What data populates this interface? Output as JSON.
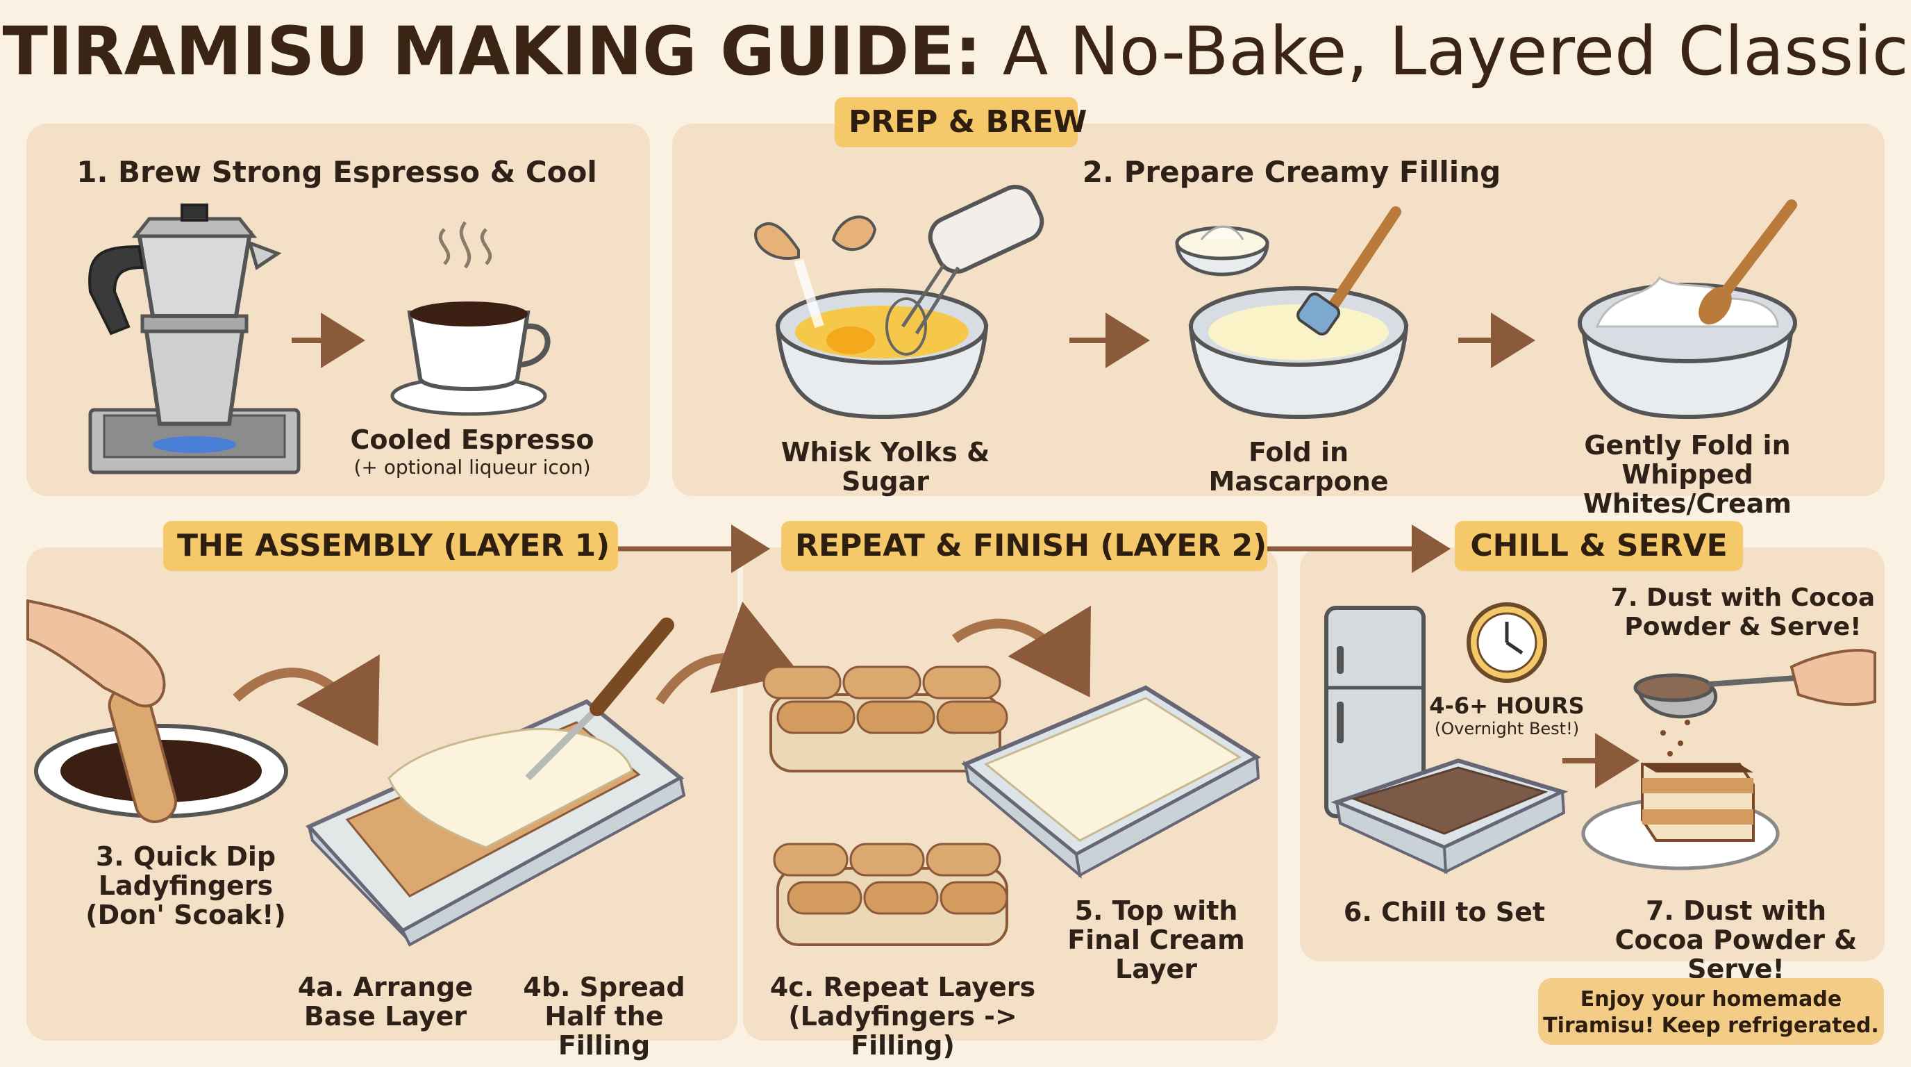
{
  "title": {
    "bold": "TIRAMISU MAKING GUIDE:",
    "regular": "A No-Bake, Layered Classic"
  },
  "sections": {
    "prep_brew": "PREP & BREW",
    "assembly": "THE ASSEMBLY (LAYER 1)",
    "repeat": "REPEAT & FINISH (LAYER 2)",
    "chill": "CHILL & SERVE"
  },
  "step1": {
    "heading": "1. Brew Strong Espresso & Cool",
    "cup_label": "Cooled Espresso",
    "cup_note": "(+ optional liqueur icon)"
  },
  "step2": {
    "heading": "2. Prepare Creamy Filling",
    "a": "Whisk Yolks & Sugar",
    "b": "Fold in Mascarpone",
    "c": "Gently Fold in Whipped Whites/Cream"
  },
  "step3": {
    "label": "3. Quick Dip Ladyfingers (Don' Scoak!)"
  },
  "step4a": {
    "label": "4a. Arrange Base Layer"
  },
  "step4b": {
    "label": "4b. Spread Half the Filling"
  },
  "step4c": {
    "label": "4c. Repeat Layers (Ladyfingers -> Filling)"
  },
  "step5": {
    "label": "5. Top with Final Cream Layer"
  },
  "step6": {
    "label": "6. Chill to Set",
    "time": "4-6+ HOURS",
    "time_note": "(Overnight Best!)"
  },
  "step7": {
    "top_label": "7. Dust with Cocoa Powder & Serve!",
    "label": "7. Dust with Cocoa Powder & Serve!"
  },
  "footer_note": "Enjoy your homemade Tiramisu! Keep refrigerated.",
  "colors": {
    "background": "#fbf1e2",
    "panel": "#f3e0c6",
    "tag": "#f5c96a",
    "arrow": "#8a5a3a",
    "espresso": "#3a1f12",
    "cream": "#fbf3dc",
    "ladyfinger": "#dba870"
  }
}
